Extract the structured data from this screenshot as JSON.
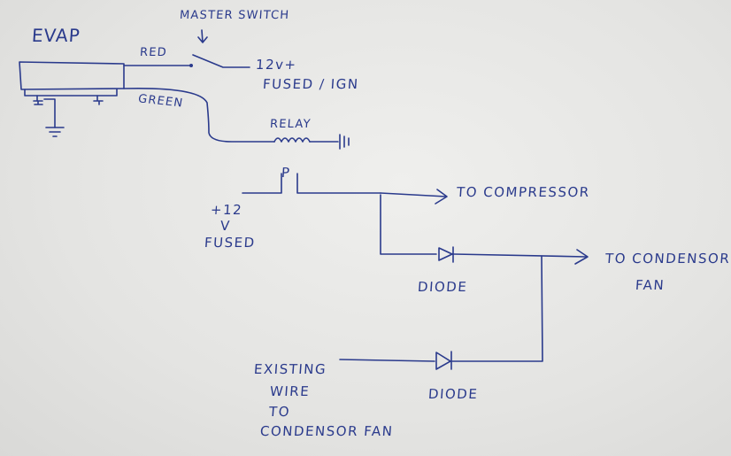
{
  "labels": {
    "evap": "EVAP",
    "master_switch": "MASTER SWITCH",
    "red": "RED",
    "supply_ign_line1": "12v+",
    "supply_ign_line2": "FUSED / IGN",
    "green": "GREEN",
    "relay": "RELAY",
    "supply_fused_line1": "+12",
    "supply_fused_line2": "V",
    "supply_fused_line3": "FUSED",
    "relay_contact": "P",
    "to_compressor": "TO COMPRESSOR",
    "to_condensor_line1": "TO CONDENSOR",
    "to_condensor_line2": "FAN",
    "diode_1": "DIODE",
    "diode_2": "DIODE",
    "existing_line1": "EXISTING",
    "existing_line2": "WIRE",
    "existing_line3": "TO",
    "existing_line4": "CONDENSOR FAN"
  },
  "colors": {
    "ink": "#2a3a8c",
    "paper": "#e6e6e4"
  }
}
